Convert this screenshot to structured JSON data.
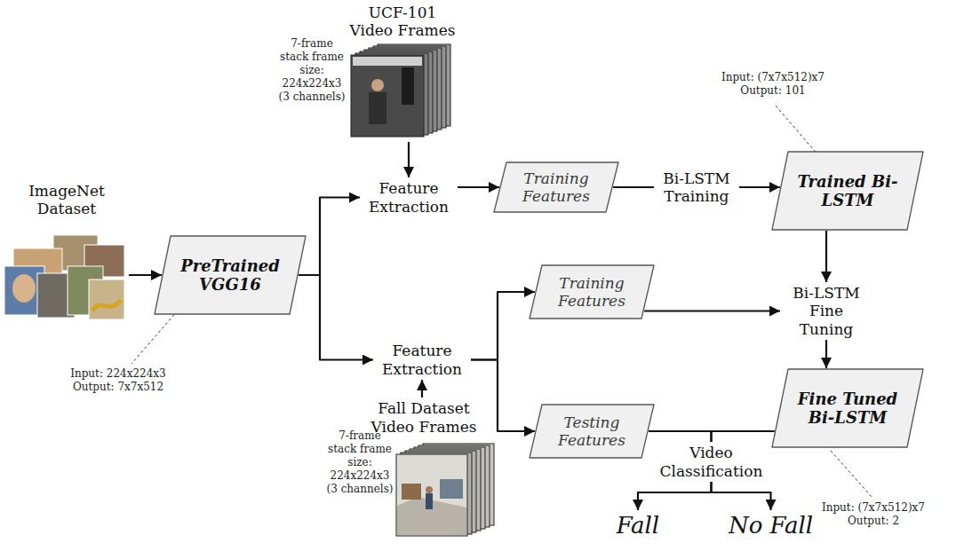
{
  "diagram": {
    "nodes": [
      {
        "text": [
          "ImageNet Dataset"
        ]
      },
      {
        "text": [
          "PreTrained VGG16"
        ]
      },
      {
        "text": [
          "UCF-101 Video Frames"
        ]
      },
      {
        "text": [
          "Feature Extraction"
        ]
      },
      {
        "text": [
          "Training Features"
        ]
      },
      {
        "text": [
          "Trained Bi-LSTM"
        ]
      },
      {
        "text": [
          "Training Features"
        ]
      },
      {
        "text": [
          "Bi-LSTM Fine Tuning"
        ]
      },
      {
        "text": [
          "Feature Extraction"
        ]
      },
      {
        "text": [
          "Testing Features"
        ]
      },
      {
        "text": [
          "Fine Tuned Bi-LSTM"
        ]
      },
      {
        "text": [
          "Video Classification"
        ]
      },
      {
        "text": [
          "Fall"
        ]
      },
      {
        "text": [
          "No Fall"
        ]
      },
      {
        "text": [
          "Fall Dataset Video Frames"
        ]
      }
    ],
    "edges": [
      {
        "from": 0,
        "to": 1,
        "arrow": "to"
      },
      {
        "from": 1,
        "to": 3,
        "arrow": "to"
      },
      {
        "from": 1,
        "to": 8,
        "arrow": "to"
      },
      {
        "from": 2,
        "to": 3,
        "arrow": "to"
      },
      {
        "from": 3,
        "to": 4,
        "arrow": "to"
      },
      {
        "from": 4,
        "to": 5,
        "label": "Bi-LSTM Training",
        "arrow": "to"
      },
      {
        "from": 5,
        "to": 7,
        "arrow": "to"
      },
      {
        "from": 6,
        "to": 7,
        "arrow": "to"
      },
      {
        "from": 8,
        "to": 6,
        "arrow": "to"
      },
      {
        "from": 8,
        "to": 9,
        "arrow": "to"
      },
      {
        "from": 14,
        "to": 8,
        "arrow": "to"
      },
      {
        "from": 7,
        "to": 10,
        "arrow": "to"
      },
      {
        "from": 9,
        "to": 11,
        "arrow": "none"
      },
      {
        "from": 10,
        "to": 11,
        "arrow": "none"
      },
      {
        "from": 11,
        "to": 12,
        "arrow": "to"
      },
      {
        "from": 11,
        "to": 13,
        "arrow": "to"
      }
    ],
    "labels": [
      "7-frame stack frame size: 224x224x3 (3 channels)",
      "Input: (7x7x512)x7 Output: 101",
      "Input: 224x224x3 Output: 7x7x512",
      "7-frame stack frame size: 224x224x3 (3 channels)",
      "Input: (7x7x512)x7 Output: 2"
    ]
  }
}
